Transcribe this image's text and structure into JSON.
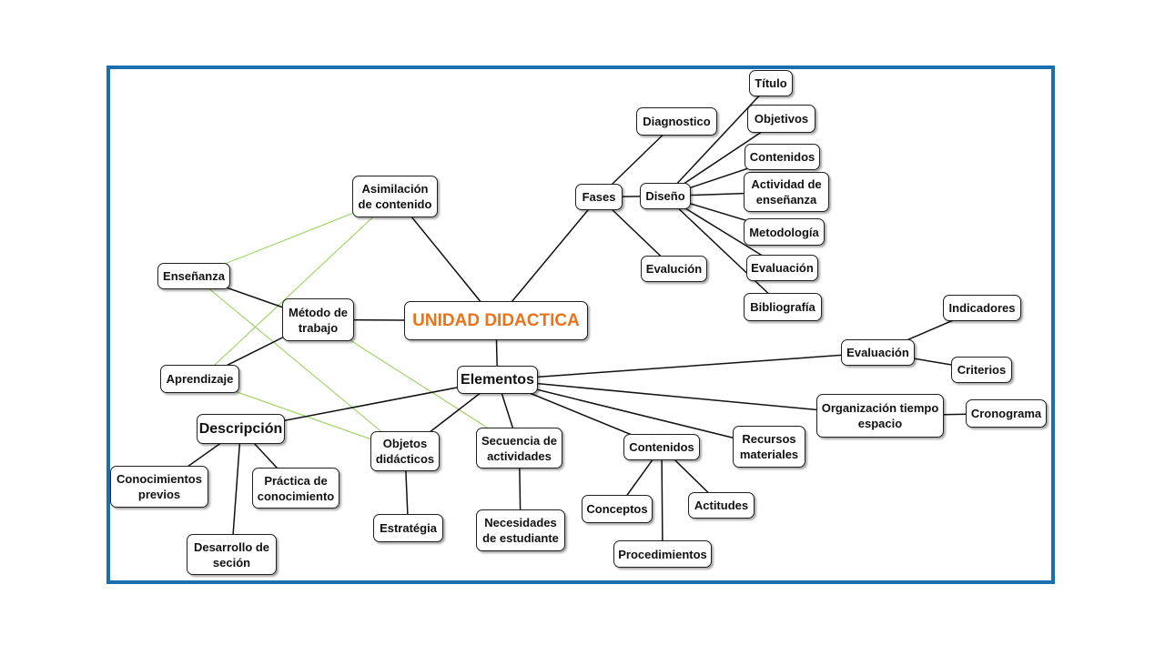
{
  "colors": {
    "frame": "#1a6fb0",
    "title": "#e8731a",
    "edge": "#111111",
    "cross_edge": "#92d050"
  },
  "nodes": {
    "root": "UNIDAD DIDACTICA",
    "asimilacion": "Asimilación de contenido",
    "fases": "Fases",
    "diagnostico": "Diagnostico",
    "diseno": "Diseño",
    "evaluacion_fases": "Evalución",
    "titulo": "Título",
    "objetivos": "Objetivos",
    "contenidos_diseno": "Contenidos",
    "actividad_ensenanza": "Actividad de enseñanza",
    "metodologia": "Metodología",
    "evaluacion_diseno": "Evaluación",
    "bibliografia": "Bibliografía",
    "ensenanza": "Enseñanza",
    "metodo_trabajo": "Método de trabajo",
    "aprendizaje": "Aprendizaje",
    "elementos": "Elementos",
    "evaluacion_elem": "Evaluación",
    "indicadores": "Indicadores",
    "criterios": "Criterios",
    "organizacion": "Organización tiempo espacio",
    "cronograma": "Cronograma",
    "recursos": "Recursos materiales",
    "contenidos_elem": "Contenidos",
    "conceptos": "Conceptos",
    "actitudes": "Actitudes",
    "procedimientos": "Procedimientos",
    "secuencia": "Secuencia de actividades",
    "necesidades": "Necesidades de estudiante",
    "objetos": "Objetos didácticos",
    "estrategia": "Estratégia",
    "descripcion": "Descripción",
    "conocimientos_previos": "Conocimientos previos",
    "practica": "Práctica de conocimiento",
    "desarrollo": "Desarrollo de seción"
  },
  "edges": [
    [
      "root",
      "asimilacion"
    ],
    [
      "root",
      "fases"
    ],
    [
      "root",
      "elementos"
    ],
    [
      "root",
      "metodo_trabajo"
    ],
    [
      "fases",
      "diagnostico"
    ],
    [
      "fases",
      "diseno"
    ],
    [
      "fases",
      "evaluacion_fases"
    ],
    [
      "diseno",
      "titulo"
    ],
    [
      "diseno",
      "objetivos"
    ],
    [
      "diseno",
      "contenidos_diseno"
    ],
    [
      "diseno",
      "actividad_ensenanza"
    ],
    [
      "diseno",
      "metodologia"
    ],
    [
      "diseno",
      "evaluacion_diseno"
    ],
    [
      "diseno",
      "bibliografia"
    ],
    [
      "metodo_trabajo",
      "ensenanza"
    ],
    [
      "metodo_trabajo",
      "aprendizaje"
    ],
    [
      "elementos",
      "evaluacion_elem"
    ],
    [
      "evaluacion_elem",
      "indicadores"
    ],
    [
      "evaluacion_elem",
      "criterios"
    ],
    [
      "elementos",
      "organizacion"
    ],
    [
      "organizacion",
      "cronograma"
    ],
    [
      "elementos",
      "recursos"
    ],
    [
      "elementos",
      "contenidos_elem"
    ],
    [
      "contenidos_elem",
      "conceptos"
    ],
    [
      "contenidos_elem",
      "actitudes"
    ],
    [
      "contenidos_elem",
      "procedimientos"
    ],
    [
      "elementos",
      "secuencia"
    ],
    [
      "secuencia",
      "necesidades"
    ],
    [
      "elementos",
      "objetos"
    ],
    [
      "objetos",
      "estrategia"
    ],
    [
      "elementos",
      "descripcion"
    ],
    [
      "descripcion",
      "conocimientos_previos"
    ],
    [
      "descripcion",
      "practica"
    ],
    [
      "descripcion",
      "desarrollo"
    ]
  ],
  "cross_edges": [
    [
      "ensenanza",
      "asimilacion"
    ],
    [
      "aprendizaje",
      "asimilacion"
    ],
    [
      "ensenanza",
      "objetos"
    ],
    [
      "aprendizaje",
      "objetos"
    ],
    [
      "metodo_trabajo",
      "secuencia"
    ]
  ]
}
